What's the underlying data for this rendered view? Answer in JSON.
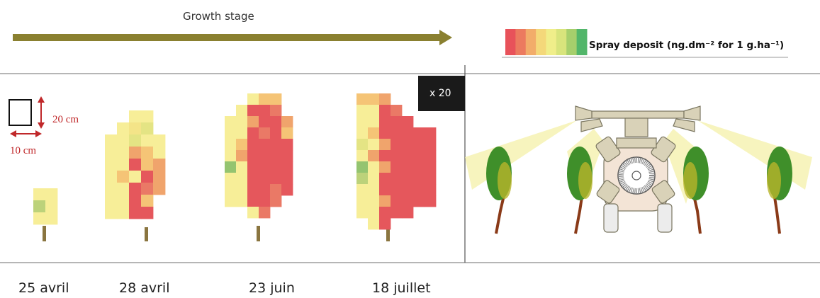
{
  "header": {
    "growth_label": "Growth stage"
  },
  "legend": {
    "title": "Spray deposit (ng.dm⁻² for 1 g.ha⁻¹)",
    "colors": [
      "#e8525a",
      "#ec7a5f",
      "#f2ac6a",
      "#f4d87a",
      "#f0ee8a",
      "#d8e47c",
      "#a6cf6c",
      "#52b66a"
    ]
  },
  "scale": {
    "height_label": "20 cm",
    "width_label": "10 cm"
  },
  "zoom_label": "x 20",
  "dates": [
    "25 avril",
    "28 avril",
    "23 juin",
    "18 juillet"
  ],
  "colors": {
    "arrow": "#8a8030",
    "scale_red": "#c0282a",
    "divider": "#8a8a8a"
  }
}
